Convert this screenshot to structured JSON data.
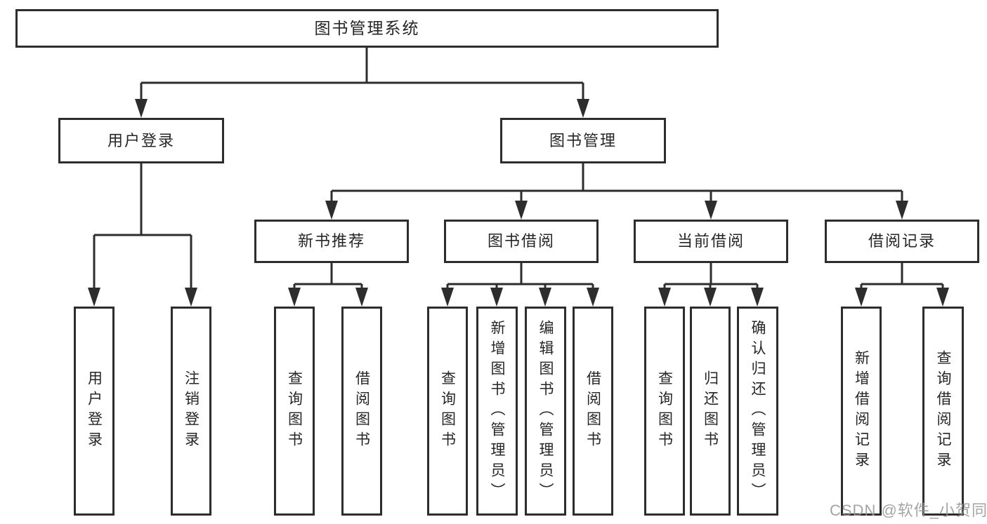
{
  "diagram": {
    "root": {
      "label": "图书管理系统"
    },
    "level1": [
      {
        "label": "用户登录",
        "children": [
          {
            "label": "用户登录"
          },
          {
            "label": "注销登录"
          }
        ]
      },
      {
        "label": "图书管理",
        "children": [
          {
            "label": "新书推荐",
            "children": [
              {
                "label": "查询图书"
              },
              {
                "label": "借阅图书"
              }
            ]
          },
          {
            "label": "图书借阅",
            "children": [
              {
                "label": "查询图书"
              },
              {
                "label": "新增图书（管理员）"
              },
              {
                "label": "编辑图书（管理员）"
              },
              {
                "label": "借阅图书"
              }
            ]
          },
          {
            "label": "当前借阅",
            "children": [
              {
                "label": "查询图书"
              },
              {
                "label": "归还图书"
              },
              {
                "label": "确认归还（管理员）"
              }
            ]
          },
          {
            "label": "借阅记录",
            "children": [
              {
                "label": "新增借阅记录"
              },
              {
                "label": "查询借阅记录"
              }
            ]
          }
        ]
      }
    ]
  },
  "watermark": {
    "text": "CSDN @软件_小贺同学",
    "color": "#949494"
  },
  "colors": {
    "line": "#2d2d2d",
    "background": "#ffffff"
  }
}
